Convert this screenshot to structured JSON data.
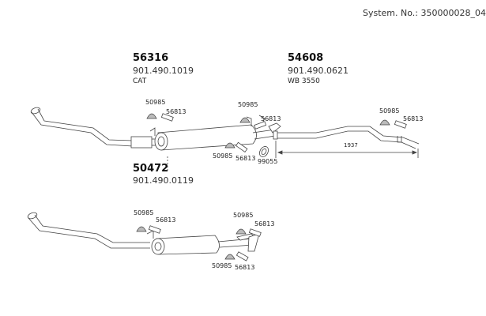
{
  "header": {
    "system_no": "System. No.: 350000028_04"
  },
  "assemblies": {
    "front_muffler": {
      "part": "56316",
      "ref": "901.490.1019",
      "desc": "CAT"
    },
    "rear_pipe": {
      "part": "54608",
      "ref": "901.490.0621",
      "desc": "WB 3550"
    },
    "alt_muffler": {
      "part": "50472",
      "ref": "901.490.0119"
    }
  },
  "labels": {
    "hanger": "50985",
    "bracket": "56813",
    "clamp": "99055",
    "dimension": "1937"
  },
  "colors": {
    "line": "#444444",
    "fill": "#ffffff",
    "shade": "#bbbbbb"
  }
}
